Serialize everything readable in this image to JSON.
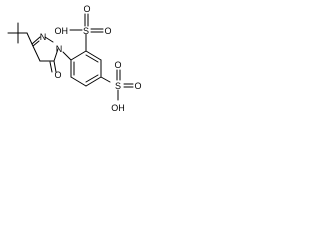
{
  "structure": {
    "atoms": {
      "O_ring": "O",
      "N1": "N",
      "N2": "N",
      "OH_top": "OH",
      "S_top": "S",
      "O_top_1": "O",
      "O_top_2": "O",
      "S_bottom": "S",
      "O_bottom_1": "O",
      "O_bottom_2": "O",
      "OH_bottom": "OH"
    }
  },
  "colors": {
    "bond": "#000000",
    "text": "#000000",
    "background": "#ffffff"
  }
}
